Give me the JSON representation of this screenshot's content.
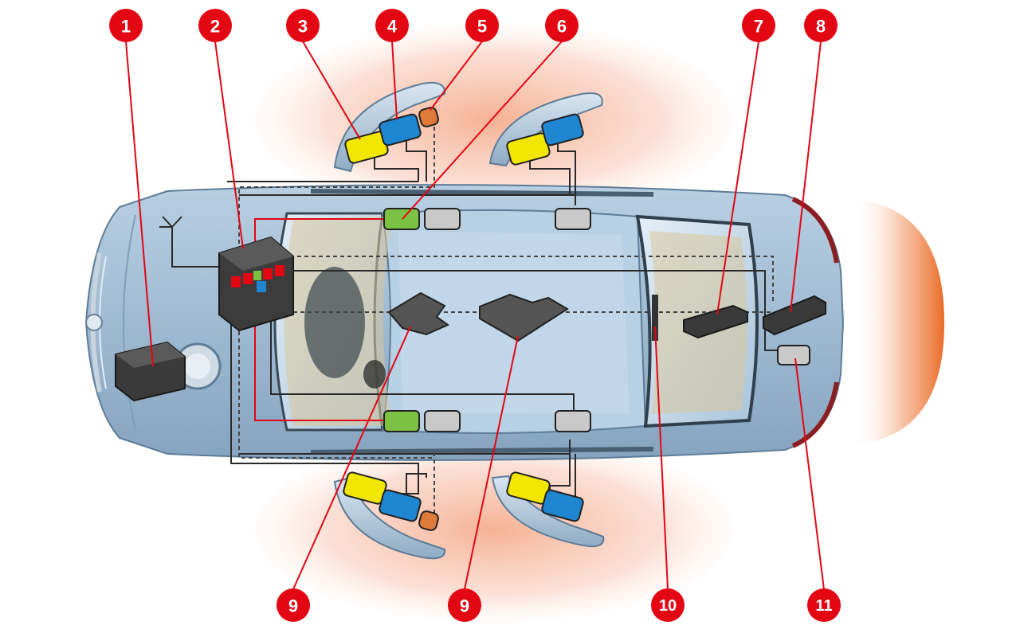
{
  "colors": {
    "callout": "#e30613",
    "leader": "#e30613",
    "car_body": "#9fbad2",
    "car_body_dark": "#6f8ea9",
    "glass": "#c8dceb",
    "interior": "#d8c79a",
    "wire": "#2a2a2a",
    "wire_dash": "#444444",
    "field_glow": "#f08a5d",
    "rear_glow": "#ee7330",
    "module_yellow": "#f2e600",
    "module_blue": "#1f86d1",
    "module_orange": "#e07a3a",
    "module_green": "#7cc242",
    "module_gray": "#c9c9c9",
    "ecu_dark": "#3c3c3c"
  },
  "callouts": [
    {
      "label": "1",
      "target": "ignition-lock-module"
    },
    {
      "label": "2",
      "target": "central-control-unit"
    },
    {
      "label": "3",
      "target": "door-handle-capacitive-sensor"
    },
    {
      "label": "4",
      "target": "door-handle-antenna"
    },
    {
      "label": "5",
      "target": "door-handle-lock-button"
    },
    {
      "label": "6",
      "target": "door-control-unit"
    },
    {
      "label": "7",
      "target": "luggage-compartment-antenna"
    },
    {
      "label": "8",
      "target": "rear-bumper-antenna"
    },
    {
      "label": "9",
      "target": "front-interior-antenna"
    },
    {
      "label": "9",
      "target": "rear-interior-antenna"
    },
    {
      "label": "10",
      "target": "rear-wire-point"
    },
    {
      "label": "11",
      "target": "trunk-lid-module"
    }
  ]
}
